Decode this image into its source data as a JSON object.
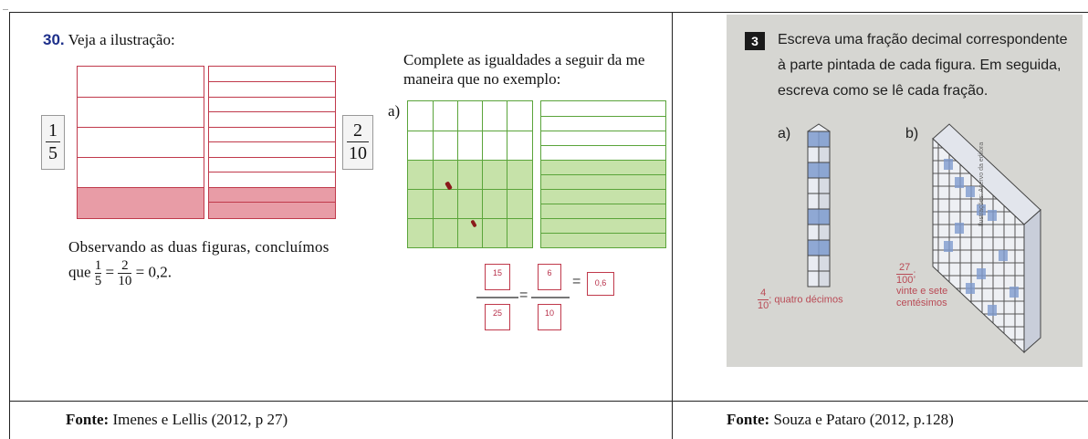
{
  "left": {
    "question_number": "30.",
    "question_title": "Veja a ilustração:",
    "frac_left": {
      "num": "1",
      "den": "5"
    },
    "frac_right": {
      "num": "2",
      "den": "10"
    },
    "observation_line1": "Observando as duas figuras, concluímos",
    "observation_prefix": "que",
    "obs_frac1": {
      "num": "1",
      "den": "5"
    },
    "obs_frac2": {
      "num": "2",
      "den": "10"
    },
    "observation_suffix": "= 0,2.",
    "eq1": "=",
    "complete_line1": "Complete as igualdades a seguir da me",
    "complete_line2": "maneira que no exemplo:",
    "item_a": "a)",
    "answer_num1": "15",
    "answer_den1": "25",
    "answer_num2": "6",
    "answer_den2": "10",
    "answer_dec": "0,6",
    "equals": "="
  },
  "right": {
    "badge": "3",
    "line1": "Escreva uma fração decimal correspondente",
    "line2": "à parte pintada de cada figura. Em seguida,",
    "line3": "escreva como se lê cada fração.",
    "item_a": "a)",
    "item_b": "b)",
    "cap_a_num": "4",
    "cap_a_den": "10",
    "cap_a_text": "; quatro décimos",
    "cap_b_num": "27",
    "cap_b_den": "100",
    "cap_b_sep": ";",
    "cap_b_text1": "vinte e sete",
    "cap_b_text2": "centésimos",
    "side_text": "Ilustrações: Acervo da editora"
  },
  "sources": {
    "left_label": "Fonte:",
    "left_text": " Imenes e Lellis (2012, p 27)",
    "right_label": "Fonte:",
    "right_text": " Souza e Pataro (2012, p.128)"
  },
  "colors": {
    "red_line": "#c0394b",
    "pink_fill": "#e89ca6",
    "green_line": "#5aa43a",
    "green_fill": "#c6e2a9",
    "cube_blue": "#6f8fc8"
  }
}
